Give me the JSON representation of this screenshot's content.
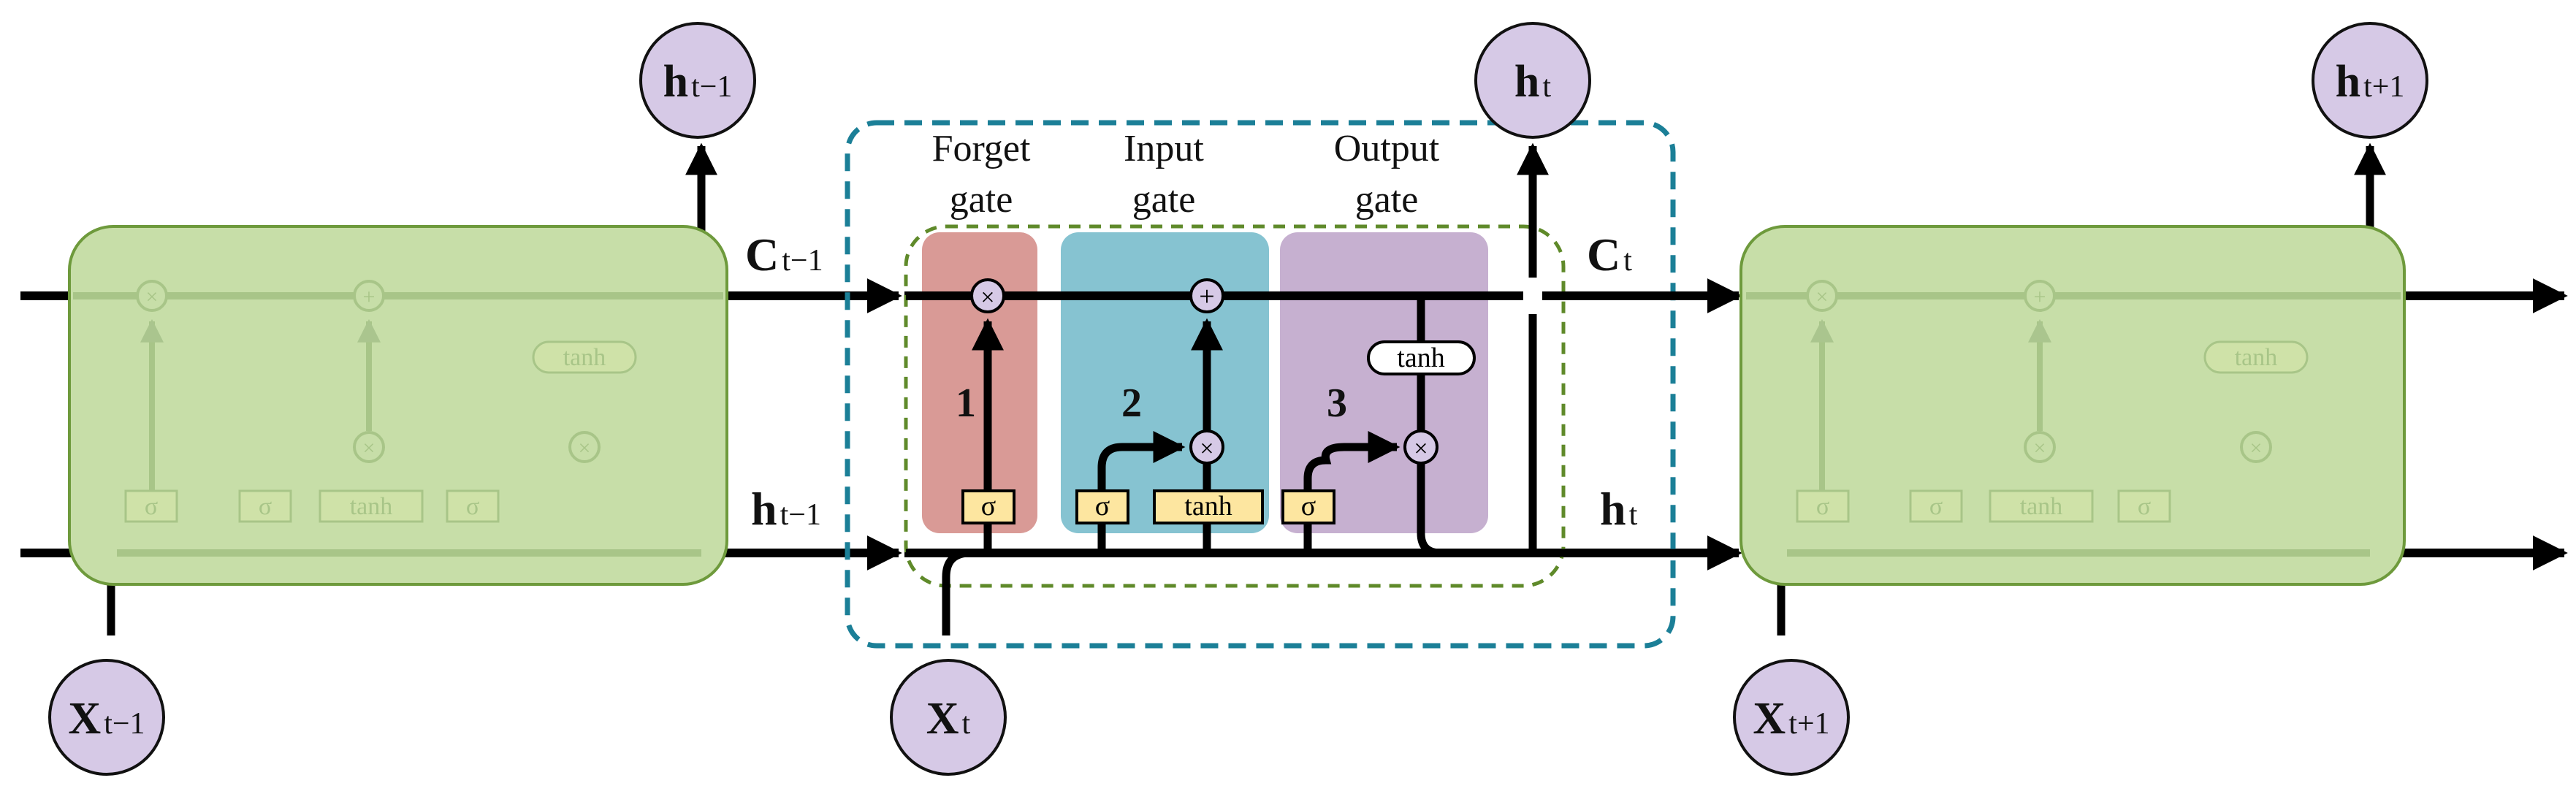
{
  "cells": {
    "prev": {
      "h_base": "h",
      "h_sub": "t−1",
      "x_base": "X",
      "x_sub": "t−1"
    },
    "curr": {
      "h_base": "h",
      "h_sub": "t",
      "x_base": "X",
      "x_sub": "t"
    },
    "next": {
      "h_base": "h",
      "h_sub": "t+1",
      "x_base": "X",
      "x_sub": "t+1"
    }
  },
  "lines": {
    "c_prev": {
      "base": "C",
      "sub": "t−1"
    },
    "h_prev": {
      "base": "h",
      "sub": "t−1"
    },
    "c_curr": {
      "base": "C",
      "sub": "t"
    },
    "h_curr": {
      "base": "h",
      "sub": "t"
    }
  },
  "gates": {
    "forget": {
      "line1": "Forget",
      "line2": "gate",
      "number": "1",
      "color": "#d99a96"
    },
    "input": {
      "line1": "Input",
      "line2": "gate",
      "number": "2",
      "color": "#86c3d1"
    },
    "output": {
      "line1": "Output",
      "line2": "gate",
      "number": "3",
      "color": "#c6b0d0"
    }
  },
  "ops": {
    "multiply": "×",
    "add": "+",
    "sigma": "σ",
    "tanh": "tanh"
  },
  "colors": {
    "cell_fill": "#c7dea8",
    "cell_stroke": "#6e9a3c",
    "node_fill": "#d6c9e6",
    "layer_fill": "#fde6a0",
    "outer_dash": "#1b7f97",
    "inner_dash": "#5f8a2a"
  }
}
